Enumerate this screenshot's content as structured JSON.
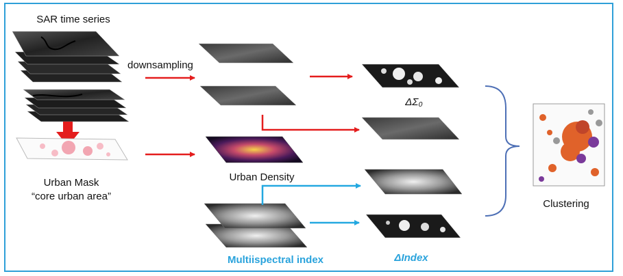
{
  "labels": {
    "sar_time_series": "SAR time series",
    "downsampling": "downsampling",
    "urban_mask_line1": "Urban Mask",
    "urban_mask_line2": "“core urban area”",
    "urban_density": "Urban Density",
    "multispectral_index": "Multiispectral index",
    "delta_sigma": "ΔΣ₀",
    "delta_index": "ΔIndex",
    "clustering": "Clustering"
  },
  "colors": {
    "frame": "#2e9fd8",
    "red_arrow": "#e41d1d",
    "blue_arrow": "#23a8e0",
    "bracket": "#4d6fb5"
  }
}
